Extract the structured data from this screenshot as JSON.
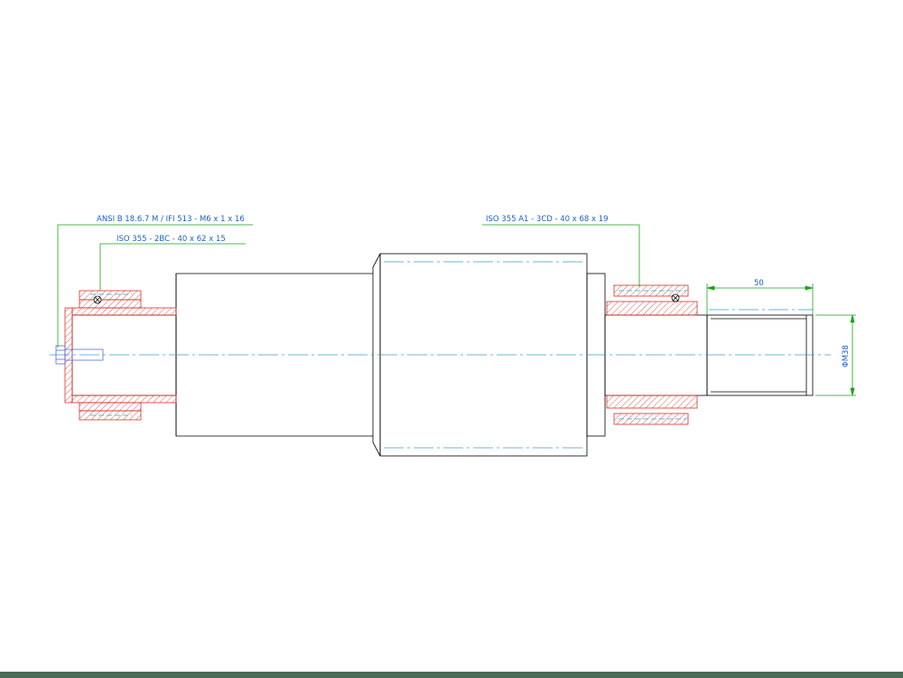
{
  "callouts": {
    "screw": "ANSI B 18.6.7 M / IFI 513 - M6 x 1 x 16",
    "left_bearing": "ISO 355 - 2BC  - 40 x 62 x 15",
    "right_bearing": "ISO 355 A1 - 3CD - 40 x 68 x 19"
  },
  "dimensions": {
    "length": "50",
    "diameter": "ΦM38"
  },
  "colors": {
    "outline": "#000000",
    "centerline": "#3aa0c8",
    "leader": "#1aa31a",
    "section": "#d9302a",
    "text": "#1e5fbf"
  }
}
